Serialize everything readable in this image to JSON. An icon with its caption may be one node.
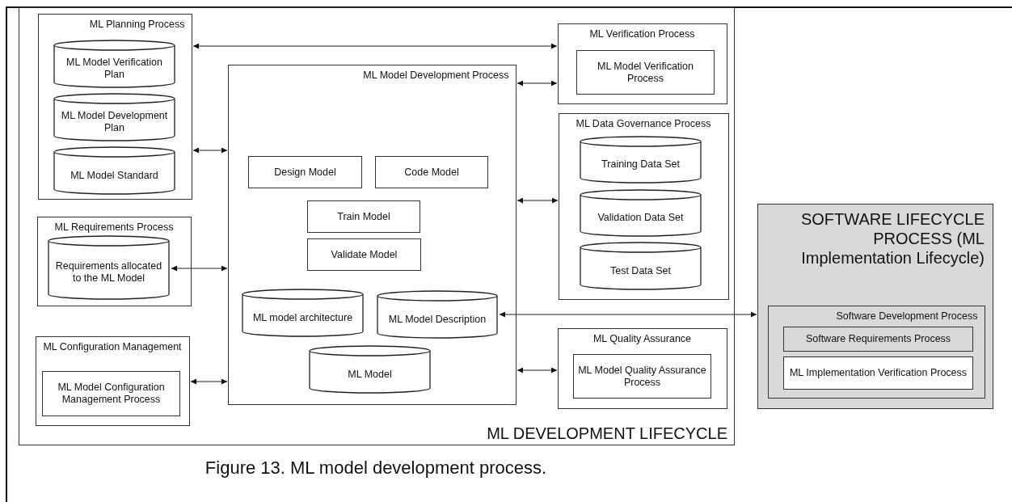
{
  "diagram": {
    "caption": "Figure 13. ML model development process.",
    "nodes": [
      {
        "text": [
          "ML DEVELOPMENT LIFECYCLE"
        ]
      },
      {
        "text": [
          "ML Planning Process"
        ],
        "in": 0
      },
      {
        "text": [
          "ML Model Verification Plan"
        ],
        "in": 1
      },
      {
        "text": [
          "ML Model Development Plan"
        ],
        "in": 1
      },
      {
        "text": [
          "ML Model Standard"
        ],
        "in": 1
      },
      {
        "text": [
          "ML Requirements Process"
        ],
        "in": 0
      },
      {
        "text": [
          "Requirements allocated to the ML Model"
        ],
        "in": 5
      },
      {
        "text": [
          "ML Configuration Management"
        ],
        "in": 0
      },
      {
        "text": [
          "ML Model Configuration Management Process"
        ],
        "in": 7
      },
      {
        "text": [
          "ML Model Development Process"
        ],
        "in": 0
      },
      {
        "text": [
          "Design Model"
        ],
        "in": 9
      },
      {
        "text": [
          "Code Model"
        ],
        "in": 9
      },
      {
        "text": [
          "Train Model"
        ],
        "in": 9
      },
      {
        "text": [
          "Validate Model"
        ],
        "in": 9
      },
      {
        "text": [
          "ML model architecture"
        ],
        "in": 9
      },
      {
        "text": [
          "ML Model Description"
        ],
        "in": 9
      },
      {
        "text": [
          "ML Model"
        ],
        "in": 9
      },
      {
        "text": [
          "ML Verification Process"
        ],
        "in": 0
      },
      {
        "text": [
          "ML Model Verification Process"
        ],
        "in": 17
      },
      {
        "text": [
          "ML Data Governance Process"
        ],
        "in": 0
      },
      {
        "text": [
          "Training Data Set"
        ],
        "in": 19
      },
      {
        "text": [
          "Validation Data Set"
        ],
        "in": 19
      },
      {
        "text": [
          "Test Data Set"
        ],
        "in": 19
      },
      {
        "text": [
          "ML Quality Assurance"
        ],
        "in": 0
      },
      {
        "text": [
          "ML Model Quality Assurance Process"
        ],
        "in": 23
      },
      {
        "text": [
          "SOFTWARE LIFECYCLE PROCESS (ML Implementation Lifecycle)"
        ]
      },
      {
        "text": [
          "Software Development Process"
        ],
        "in": 25
      },
      {
        "text": [
          "Software Requirements Process"
        ],
        "in": 26
      },
      {
        "text": [
          "ML Implementation Verification Process"
        ],
        "in": 26
      }
    ],
    "edges": [
      {
        "from": 1,
        "to": 17,
        "arrow": "both"
      },
      {
        "from": 1,
        "to": 9,
        "arrow": "both"
      },
      {
        "from": 6,
        "to": 9,
        "arrow": "both"
      },
      {
        "from": 7,
        "to": 9,
        "arrow": "both"
      },
      {
        "from": 9,
        "to": 17,
        "arrow": "both"
      },
      {
        "from": 9,
        "to": 19,
        "arrow": "both"
      },
      {
        "from": 9,
        "to": 23,
        "arrow": "both"
      },
      {
        "from": 15,
        "to": 25,
        "arrow": "both"
      }
    ]
  }
}
